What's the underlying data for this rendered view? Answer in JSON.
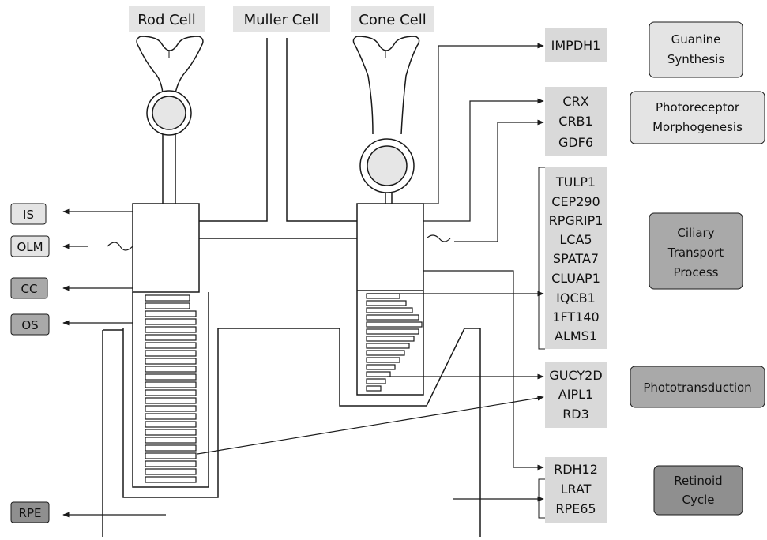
{
  "cells": {
    "rod": "Rod Cell",
    "muller": "Muller Cell",
    "cone": "Cone Cell"
  },
  "layers": {
    "is": "IS",
    "olm": "OLM",
    "cc": "CC",
    "os": "OS",
    "rpe": "RPE"
  },
  "genes": {
    "impdh1": "IMPDH1",
    "crx": "CRX",
    "crb1": "CRB1",
    "gdf6": "GDF6",
    "tulp1": "TULP1",
    "cep290": "CEP290",
    "rpgrip1": "RPGRIP1",
    "lca5": "LCA5",
    "spata7": "SPATA7",
    "cluap1": "CLUAP1",
    "iqcb1": "IQCB1",
    "ift140": "1FT140",
    "alms1": "ALMS1",
    "gucy2d": "GUCY2D",
    "aipl1": "AIPL1",
    "rd3": "RD3",
    "rdh12": "RDH12",
    "lrat": "LRAT",
    "rpe65": "RPE65"
  },
  "processes": {
    "guanine_line1": "Guanine",
    "guanine_line2": "Synthesis",
    "photoreceptor_line1": "Photoreceptor",
    "photoreceptor_line2": "Morphogenesis",
    "ciliary_line1": "Ciliary",
    "ciliary_line2": "Transport",
    "ciliary_line3": "Process",
    "phototransduction": "Phototransduction",
    "retinoid_line1": "Retinoid",
    "retinoid_line2": "Cycle"
  },
  "colors": {
    "light_box": "#e4e4e4",
    "mid_box": "#a9a9a9",
    "dark_box": "#8f8f8f",
    "gene_box": "#d9d9d9",
    "nucleus": "#e6e6e6",
    "line": "#1a1a1a"
  }
}
